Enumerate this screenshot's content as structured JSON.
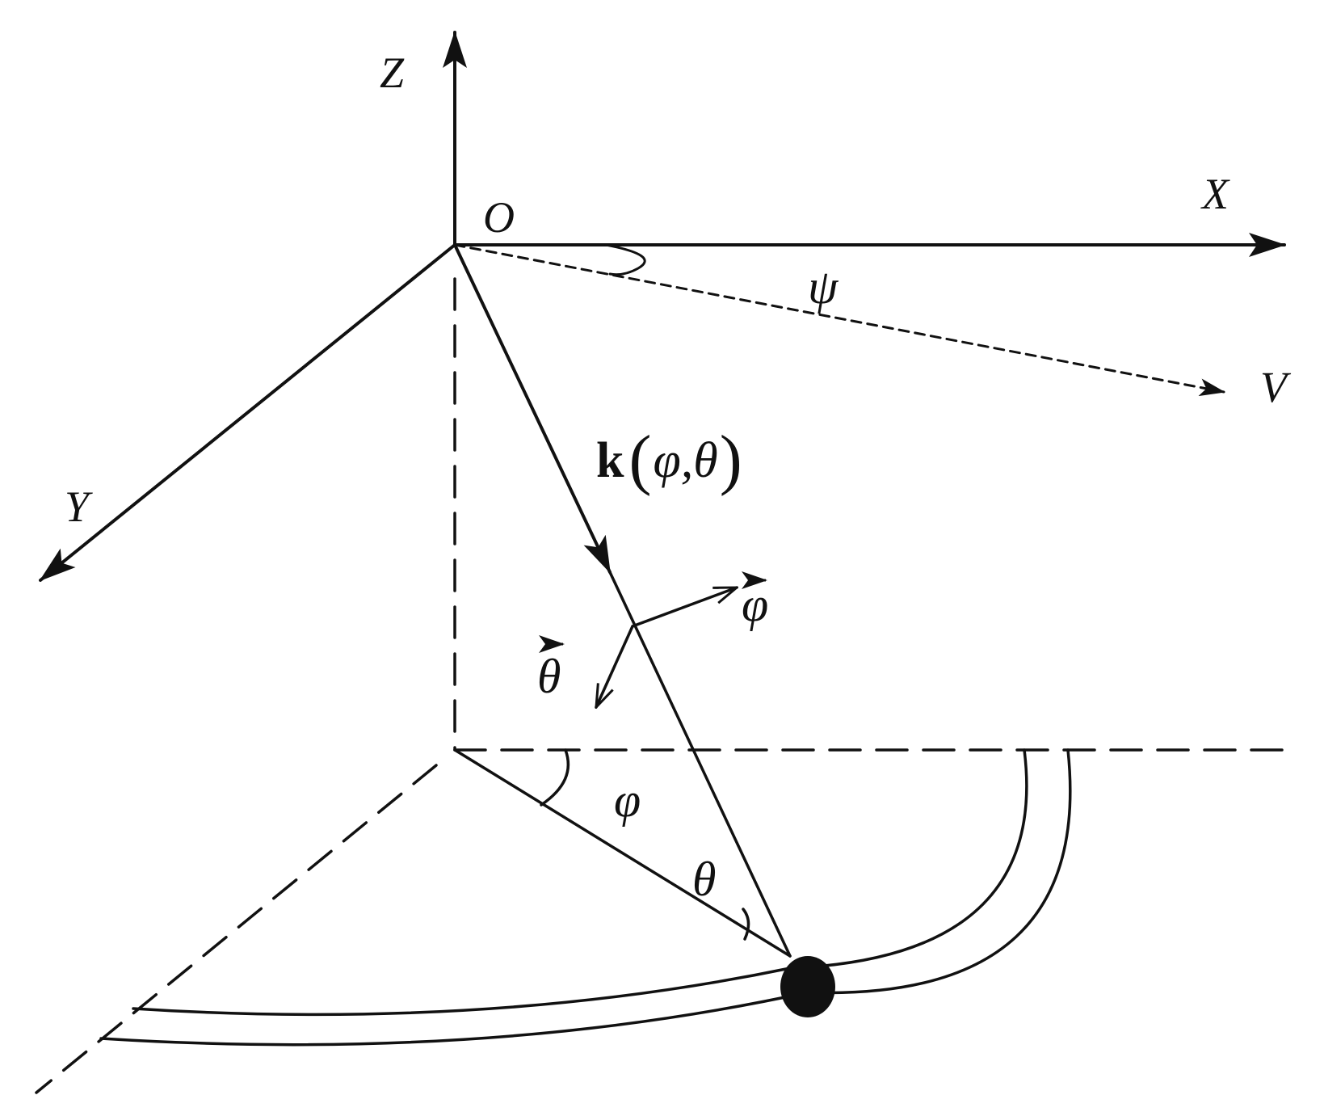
{
  "labels": {
    "z_axis": "Z",
    "x_axis": "X",
    "y_axis": "Y",
    "origin": "O",
    "v_direction": "V",
    "psi": "ψ",
    "k_bold": "k",
    "k_open": "(",
    "k_args": "φ,θ",
    "k_close": ")",
    "phi_unit": "φ",
    "theta_unit": "θ",
    "phi_angle": "φ",
    "theta_angle": "θ"
  },
  "colors": {
    "stroke": "#111111",
    "background": "#ffffff"
  }
}
